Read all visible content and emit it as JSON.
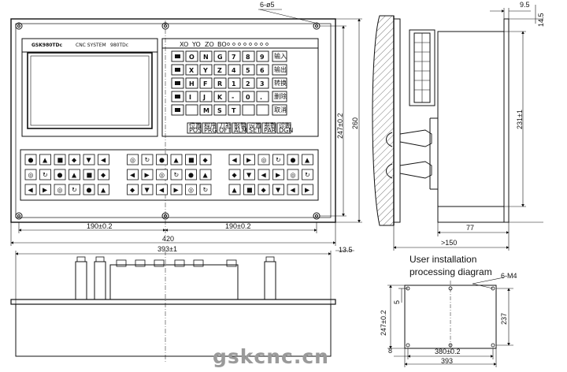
{
  "front_view": {
    "holes_label": "6-ø5",
    "width_total": "420",
    "half_width_left": "190±0.2",
    "half_width_right": "190±0.2",
    "height_total": "260",
    "height_holes": "247±0.2",
    "brand_text": "GSK980TDc",
    "panel_caption": "CNC SYSTEM",
    "panel_model": "980TDc",
    "top_row_tags": [
      "XO",
      "YO",
      "ZO",
      "BO"
    ],
    "keypad": [
      [
        "O",
        "N",
        "G",
        "7",
        "8",
        "9"
      ],
      [
        "X",
        "Y",
        "Z",
        "4",
        "5",
        "6"
      ],
      [
        "H",
        "F",
        "R",
        "1",
        "2",
        "3"
      ],
      [
        "I",
        "J",
        "K",
        "-",
        "0",
        "."
      ],
      [
        "",
        "M",
        "S",
        "T",
        "",
        ""
      ]
    ],
    "edit_keys": [
      "输入",
      "输出",
      "转换",
      "删除",
      "取消"
    ],
    "page_keys": [
      "位置",
      "程序",
      "刀补",
      "报警",
      "设置",
      "参数",
      "诊断"
    ],
    "page_keys_sub": [
      "POS",
      "PRG",
      "OFT",
      "ALM",
      "SET",
      "PAR",
      "DGN"
    ]
  },
  "side_view": {
    "depth_150": ">150",
    "depth_77": "77",
    "height_231": "231±1",
    "thk_9_5": "9.5",
    "thk_14_5": "14.5"
  },
  "bottom_view": {
    "width_393": "393±1",
    "depth_13_5": "13.5"
  },
  "cutout": {
    "caption_line1": "User installation",
    "caption_line2": "processing diagram",
    "holes_label": "6-M4",
    "height_left": "247±0.2",
    "height_right": "237",
    "offset_5": "5",
    "offset_8": "8",
    "width_380": "380±0.2",
    "width_393": "393"
  },
  "watermark": "gskcnc.cn"
}
